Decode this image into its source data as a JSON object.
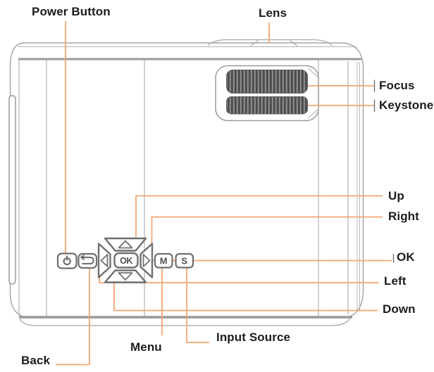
{
  "diagram": {
    "labels": {
      "power": "Power Button",
      "lens": "Lens",
      "focus": "Focus",
      "keystone": "Keystone",
      "up": "Up",
      "right": "Right",
      "ok": "OK",
      "left": "Left",
      "down": "Down",
      "menu": "Menu",
      "input_source": "Input Source",
      "back": "Back"
    },
    "buttons": {
      "ok": "OK",
      "menu": "M",
      "source": "S"
    },
    "colors": {
      "callout_line": "#f2a673",
      "body_outline": "#a3a3a3",
      "panel_line": "#9a9a9a",
      "button_outline": "#6f6f6f",
      "label_text": "#1c1c1c",
      "wheel_dark": "#595959",
      "background": "#ffffff"
    }
  }
}
